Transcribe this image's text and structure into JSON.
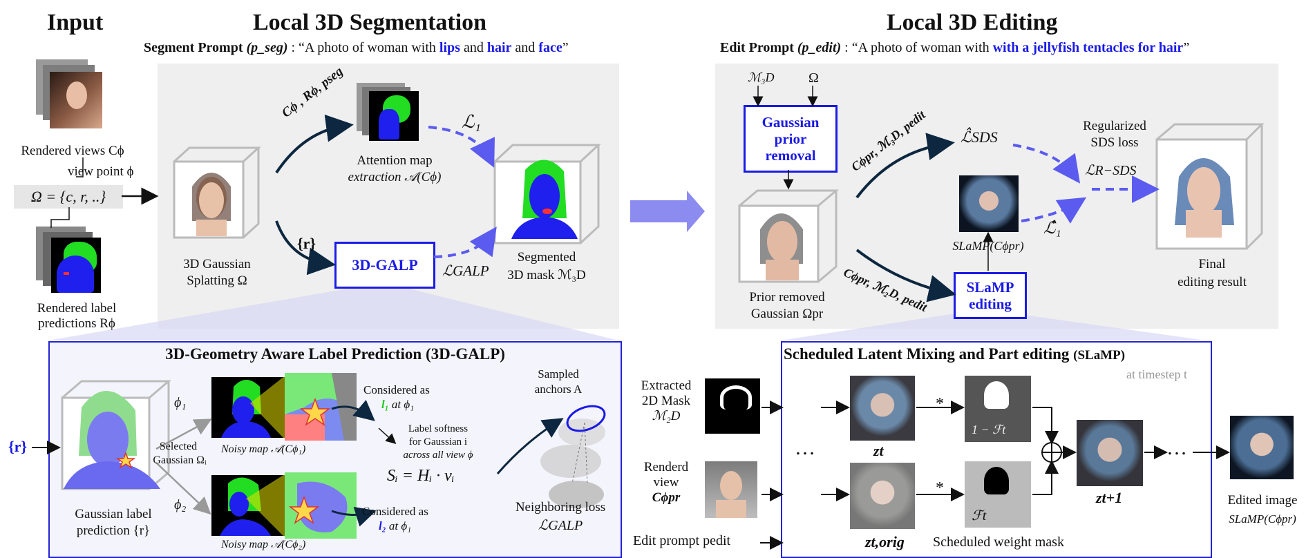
{
  "titles": {
    "input": "Input",
    "segmentation": "Local 3D Segmentation",
    "editing": "Local 3D Editing"
  },
  "segment_prompt": {
    "label": "Segment Prompt",
    "symbol": "(p_seg)",
    "text_prefix": ": “A photo of woman with ",
    "w1": "lips",
    "and1": " and ",
    "w2": "hair",
    "and2": " and ",
    "w3": "face",
    "end": "”"
  },
  "edit_prompt": {
    "label": "Edit Prompt",
    "symbol": "(p_edit)",
    "text_prefix": ": “A photo of woman with ",
    "highlight": "with a jellyfish tentacles for hair",
    "end": "”"
  },
  "input": {
    "rendered_views": "Rendered views Cϕ",
    "view_point": "view point ϕ",
    "omega_set": "Ω = {c, r, ..}",
    "rendered_label_1": "Rendered label",
    "rendered_label_2": "predictions Rϕ"
  },
  "seg": {
    "gs_1": "3D Gaussian",
    "gs_2": "Splatting Ω",
    "arrow_top_label": "Cϕ , Rϕ, pseg",
    "arrow_bottom_label": "{r}",
    "attention_1": "Attention map",
    "attention_2": "extraction 𝒜(Cϕ)",
    "loss1": "ℒ₁",
    "galp_box": "3D-GALP",
    "loss_galp": "ℒGALP",
    "segmented_1": "Segmented",
    "segmented_2": "3D mask ℳ₃D"
  },
  "edit": {
    "m3d": "ℳ₃D",
    "omega": "Ω",
    "prior_box": [
      "Gaussian",
      "prior",
      "removal"
    ],
    "prior_removed_1": "Prior removed",
    "prior_removed_2": "Gaussian Ωpr",
    "arrow_top_label": "Cϕpr, ℳ₃D, pedit",
    "arrow_bottom_label": "Cϕpr, ℳ₂D, pedit",
    "lsds": "ℒ̂SDS",
    "reg_1": "Regularized",
    "reg_2": "SDS loss",
    "lrsds": "ℒR−SDS",
    "slamp_label": "SLaMP(Cϕpr)",
    "l1hat": "ℒ̂₁",
    "slamp_box": [
      "SLaMP",
      "editing"
    ],
    "final_1": "Final",
    "final_2": "editing result"
  },
  "galp_panel": {
    "title": "3D-Geometry Aware Label Prediction (3D-GALP)",
    "r_input": "{r}",
    "phi1": "ϕ₁",
    "phi2": "ϕ₂",
    "selected_1": "Selected",
    "selected_2": "Gaussian Ωᵢ",
    "gaussian_label_1": "Gaussian label",
    "gaussian_label_2": "prediction {r}",
    "noisy1": "Noisy map  𝒜(Cϕ₁)",
    "noisy2": "Noisy map  𝒜(Cϕ₂)",
    "considered1_a": "Considered as",
    "considered1_b": "l₁",
    "considered1_c": " at ϕ₁",
    "considered2_a": "Considered as",
    "considered2_b": "l₂",
    "considered2_c": " at ϕ₁",
    "softness_1": "Label softness",
    "softness_2": "for Gaussian i",
    "softness_3": "across all view ϕ",
    "formula": "Sᵢ = Hᵢ · vᵢ",
    "sampled_1": "Sampled",
    "sampled_2": "anchors A",
    "neighbor_1": "Neighboring loss",
    "neighbor_2": "ℒGALP"
  },
  "slamp_panel": {
    "title": "Scheduled Latent Mixing and Part editing",
    "title_abbr": "(SLaMP)",
    "timestep": "at timestep t",
    "extracted_1": "Extracted",
    "extracted_2": "2D Mask",
    "extracted_3": "ℳ₂D",
    "rendered_1": "Renderd",
    "rendered_2": "view",
    "rendered_3": "Cϕpr",
    "edit_prompt": "Edit prompt pedit",
    "dots": "…",
    "zt": "zt",
    "zt_orig": "zt,orig",
    "zt1": "zt+1",
    "one_minus_f": "1 − ℱt",
    "ft": "ℱt",
    "star": "*",
    "weight_mask": "Scheduled weight mask",
    "edited_1": "Edited image",
    "edited_2": "SLaMP(Cϕpr)"
  },
  "colors": {
    "accent_blue": "#1a1ae6",
    "panel_gray": "#efefef",
    "galp_fill": "#f2f2fb",
    "arrow_dark": "#0d2740",
    "dashed_blue": "#5b5bef",
    "big_arrow": "#8b8bf0"
  }
}
